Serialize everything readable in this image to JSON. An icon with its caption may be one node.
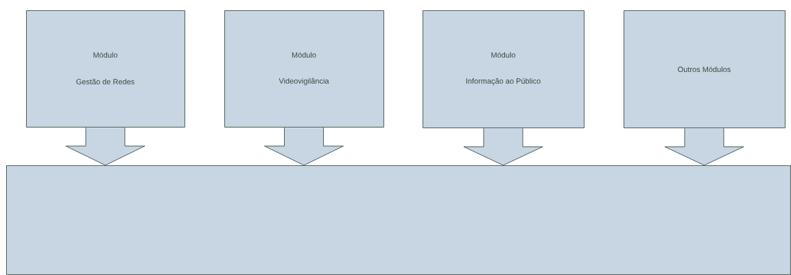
{
  "diagram": {
    "nodes": [
      {
        "text": [
          "Módulo",
          "Gestão de Redes"
        ]
      },
      {
        "text": [
          "Módulo",
          "Videovigilância"
        ]
      },
      {
        "text": [
          "Módulo",
          "Informação ao Público"
        ]
      },
      {
        "text": [
          "Outros Módulos"
        ]
      },
      {
        "text": [],
        "shape": "box"
      }
    ],
    "edges": [
      {
        "from": 0,
        "to": 4,
        "arrow": "to"
      },
      {
        "from": 1,
        "to": 4,
        "arrow": "to"
      },
      {
        "from": 2,
        "to": 4,
        "arrow": "to"
      },
      {
        "from": 3,
        "to": 4,
        "arrow": "to"
      }
    ]
  }
}
